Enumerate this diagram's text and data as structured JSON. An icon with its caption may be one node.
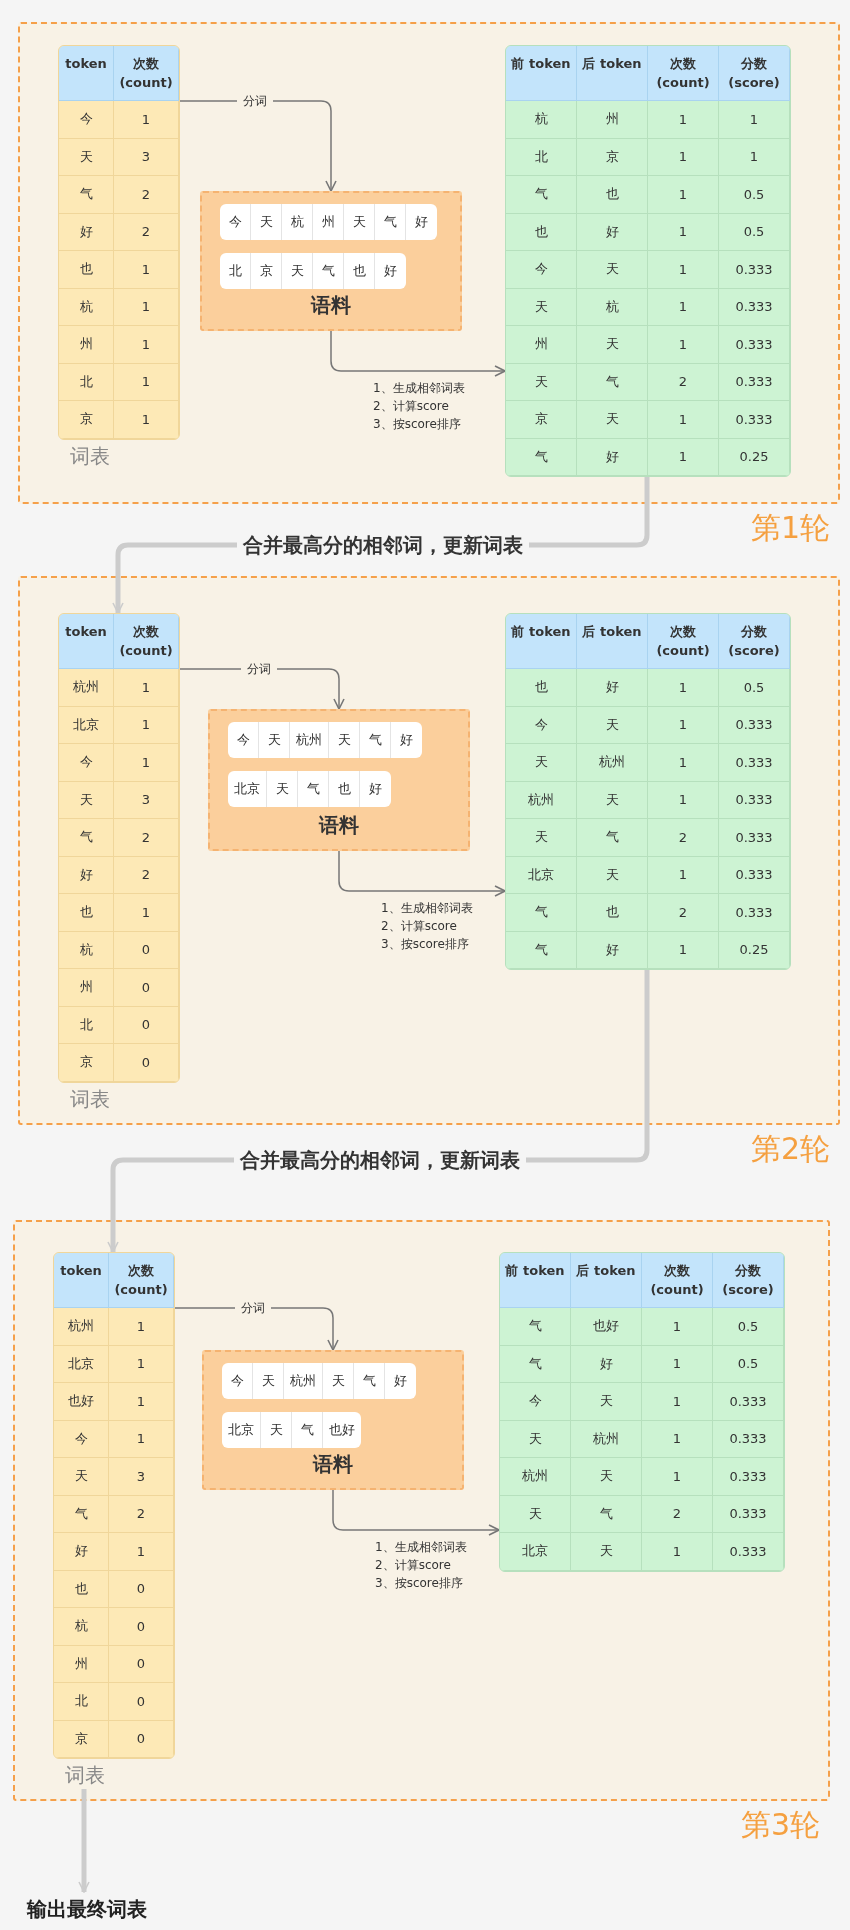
{
  "diagram": {
    "nodes": [
      {
        "text": [
          "第1轮"
        ]
      },
      {
        "text": [
          "token",
          "次数 (count)",
          "今",
          "1",
          "天",
          "3",
          "气",
          "2",
          "好",
          "2",
          "也",
          "1",
          "杭",
          "1",
          "州",
          "1",
          "北",
          "1",
          "京",
          "1"
        ],
        "in": 0,
        "beside": [
          "词表"
        ]
      },
      {
        "text": [
          "语料"
        ],
        "in": 0
      },
      {
        "text": [
          "今",
          "天",
          "杭",
          "州",
          "天",
          "气",
          "好"
        ],
        "in": 2
      },
      {
        "text": [
          "北",
          "京",
          "天",
          "气",
          "也",
          "好"
        ],
        "in": 2
      },
      {
        "text": [
          "前 token",
          "后 token",
          "次数 (count)",
          "分数 (score)",
          "杭",
          "州",
          "1",
          "1",
          "北",
          "京",
          "1",
          "1",
          "气",
          "也",
          "1",
          "0.5",
          "也",
          "好",
          "1",
          "0.5",
          "今",
          "天",
          "1",
          "0.333",
          "天",
          "杭",
          "1",
          "0.333",
          "州",
          "天",
          "1",
          "0.333",
          "天",
          "气",
          "2",
          "0.333",
          "京",
          "天",
          "1",
          "0.333",
          "气",
          "好",
          "1",
          "0.25"
        ],
        "in": 0
      },
      {
        "text": [
          "第2轮"
        ]
      },
      {
        "text": [
          "token",
          "次数 (count)",
          "杭州",
          "1",
          "北京",
          "1",
          "今",
          "1",
          "天",
          "3",
          "气",
          "2",
          "好",
          "2",
          "也",
          "1",
          "杭",
          "0",
          "州",
          "0",
          "北",
          "0",
          "京",
          "0"
        ],
        "in": 6,
        "beside": [
          "词表"
        ]
      },
      {
        "text": [
          "语料"
        ],
        "in": 6
      },
      {
        "text": [
          "今",
          "天",
          "杭州",
          "天",
          "气",
          "好"
        ],
        "in": 8
      },
      {
        "text": [
          "北京",
          "天",
          "气",
          "也",
          "好"
        ],
        "in": 8
      },
      {
        "text": [
          "前 token",
          "后 token",
          "次数 (count)",
          "分数 (score)",
          "也",
          "好",
          "1",
          "0.5",
          "今",
          "天",
          "1",
          "0.333",
          "天",
          "杭州",
          "1",
          "0.333",
          "杭州",
          "天",
          "1",
          "0.333",
          "天",
          "气",
          "2",
          "0.333",
          "北京",
          "天",
          "1",
          "0.333",
          "气",
          "也",
          "2",
          "0.333",
          "气",
          "好",
          "1",
          "0.25"
        ],
        "in": 6
      },
      {
        "text": [
          "第3轮"
        ]
      },
      {
        "text": [
          "token",
          "次数 (count)",
          "杭州",
          "1",
          "北京",
          "1",
          "也好",
          "1",
          "今",
          "1",
          "天",
          "3",
          "气",
          "2",
          "好",
          "1",
          "也",
          "0",
          "杭",
          "0",
          "州",
          "0",
          "北",
          "0",
          "京",
          "0"
        ],
        "in": 12,
        "beside": [
          "词表"
        ]
      },
      {
        "text": [
          "语料"
        ],
        "in": 12
      },
      {
        "text": [
          "今",
          "天",
          "杭州",
          "天",
          "气",
          "好"
        ],
        "in": 14
      },
      {
        "text": [
          "北京",
          "天",
          "气",
          "也好"
        ],
        "in": 14
      },
      {
        "text": [
          "前 token",
          "后 token",
          "次数 (count)",
          "分数 (score)",
          "气",
          "也好",
          "1",
          "0.5",
          "气",
          "好",
          "1",
          "0.5",
          "今",
          "天",
          "1",
          "0.333",
          "天",
          "杭州",
          "1",
          "0.333",
          "杭州",
          "天",
          "1",
          "0.333",
          "天",
          "气",
          "2",
          "0.333",
          "北京",
          "天",
          "1",
          "0.333"
        ],
        "in": 12
      },
      {
        "text": [
          "输出最终词表"
        ]
      }
    ],
    "edges": [
      {
        "from": 1,
        "to": 2,
        "arrow": "to",
        "label": "分词"
      },
      {
        "from": 2,
        "to": 5,
        "arrow": "to"
      },
      {
        "from": 5,
        "to": 7,
        "arrow": "to",
        "label": "合并最高分的相邻词，更新词表",
        "style": "thick",
        "color": "#cccccc"
      },
      {
        "from": 7,
        "to": 8,
        "arrow": "to",
        "label": "分词"
      },
      {
        "from": 8,
        "to": 11,
        "arrow": "to"
      },
      {
        "from": 11,
        "to": 13,
        "arrow": "to",
        "label": "合并最高分的相邻词，更新词表",
        "style": "thick",
        "color": "#cccccc"
      },
      {
        "from": 13,
        "to": 14,
        "arrow": "to",
        "label": "分词"
      },
      {
        "from": 14,
        "to": 17,
        "arrow": "to"
      },
      {
        "from": 13,
        "to": 18,
        "arrow": "to",
        "style": "thick",
        "color": "#cccccc"
      }
    ],
    "labels": [
      "1、生成相邻词表",
      "2、计算score",
      "3、按score排序",
      "1、生成相邻词表",
      "2、计算score",
      "3、按score排序",
      "1、生成相邻词表",
      "2、计算score",
      "3、按score排序"
    ]
  }
}
